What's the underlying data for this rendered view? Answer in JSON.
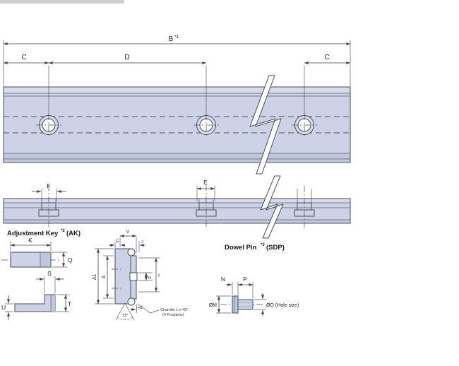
{
  "colors": {
    "rail_fill": "#cdd2e7",
    "rail_fill_light": "#d8dbec",
    "rail_fill_dark": "#c0c7dd",
    "line": "#4b4c58",
    "text": "#23242c",
    "background": "#ffffff"
  },
  "drawing": {
    "top_view": {
      "dim_b": "B",
      "dim_b_sup": "*1",
      "dim_c_left": "C",
      "dim_d": "D",
      "dim_c_right": "C"
    },
    "side_view": {
      "dim_f": "F",
      "dim_e": "E"
    },
    "adjustment_key": {
      "title": "Adjustment Key",
      "title_sup": "*2",
      "title_suffix": "(AK)",
      "dim_k": "K",
      "dim_q": "Q",
      "dim_s": "S",
      "dim_t": "T",
      "dim_u": "U"
    },
    "cross_section": {
      "dim_a1": "A1",
      "dim_a": "A",
      "dim_v": "V",
      "dim_g": "G",
      "dim_j": "J",
      "dim_h": "H",
      "dim_i": "I",
      "dim_h1": "H1",
      "angle": "72°",
      "chamfer_note_1": "Chamfer L x 45°",
      "chamfer_note_2": "(4 Positions)"
    },
    "dowel_pin": {
      "title": "Dowel Pin",
      "title_sup": "*3",
      "title_suffix": "(SDP)",
      "dim_n": "N",
      "dim_p": "P",
      "dim_m": "ØM",
      "dim_o": "ØO (Hole size)"
    }
  }
}
